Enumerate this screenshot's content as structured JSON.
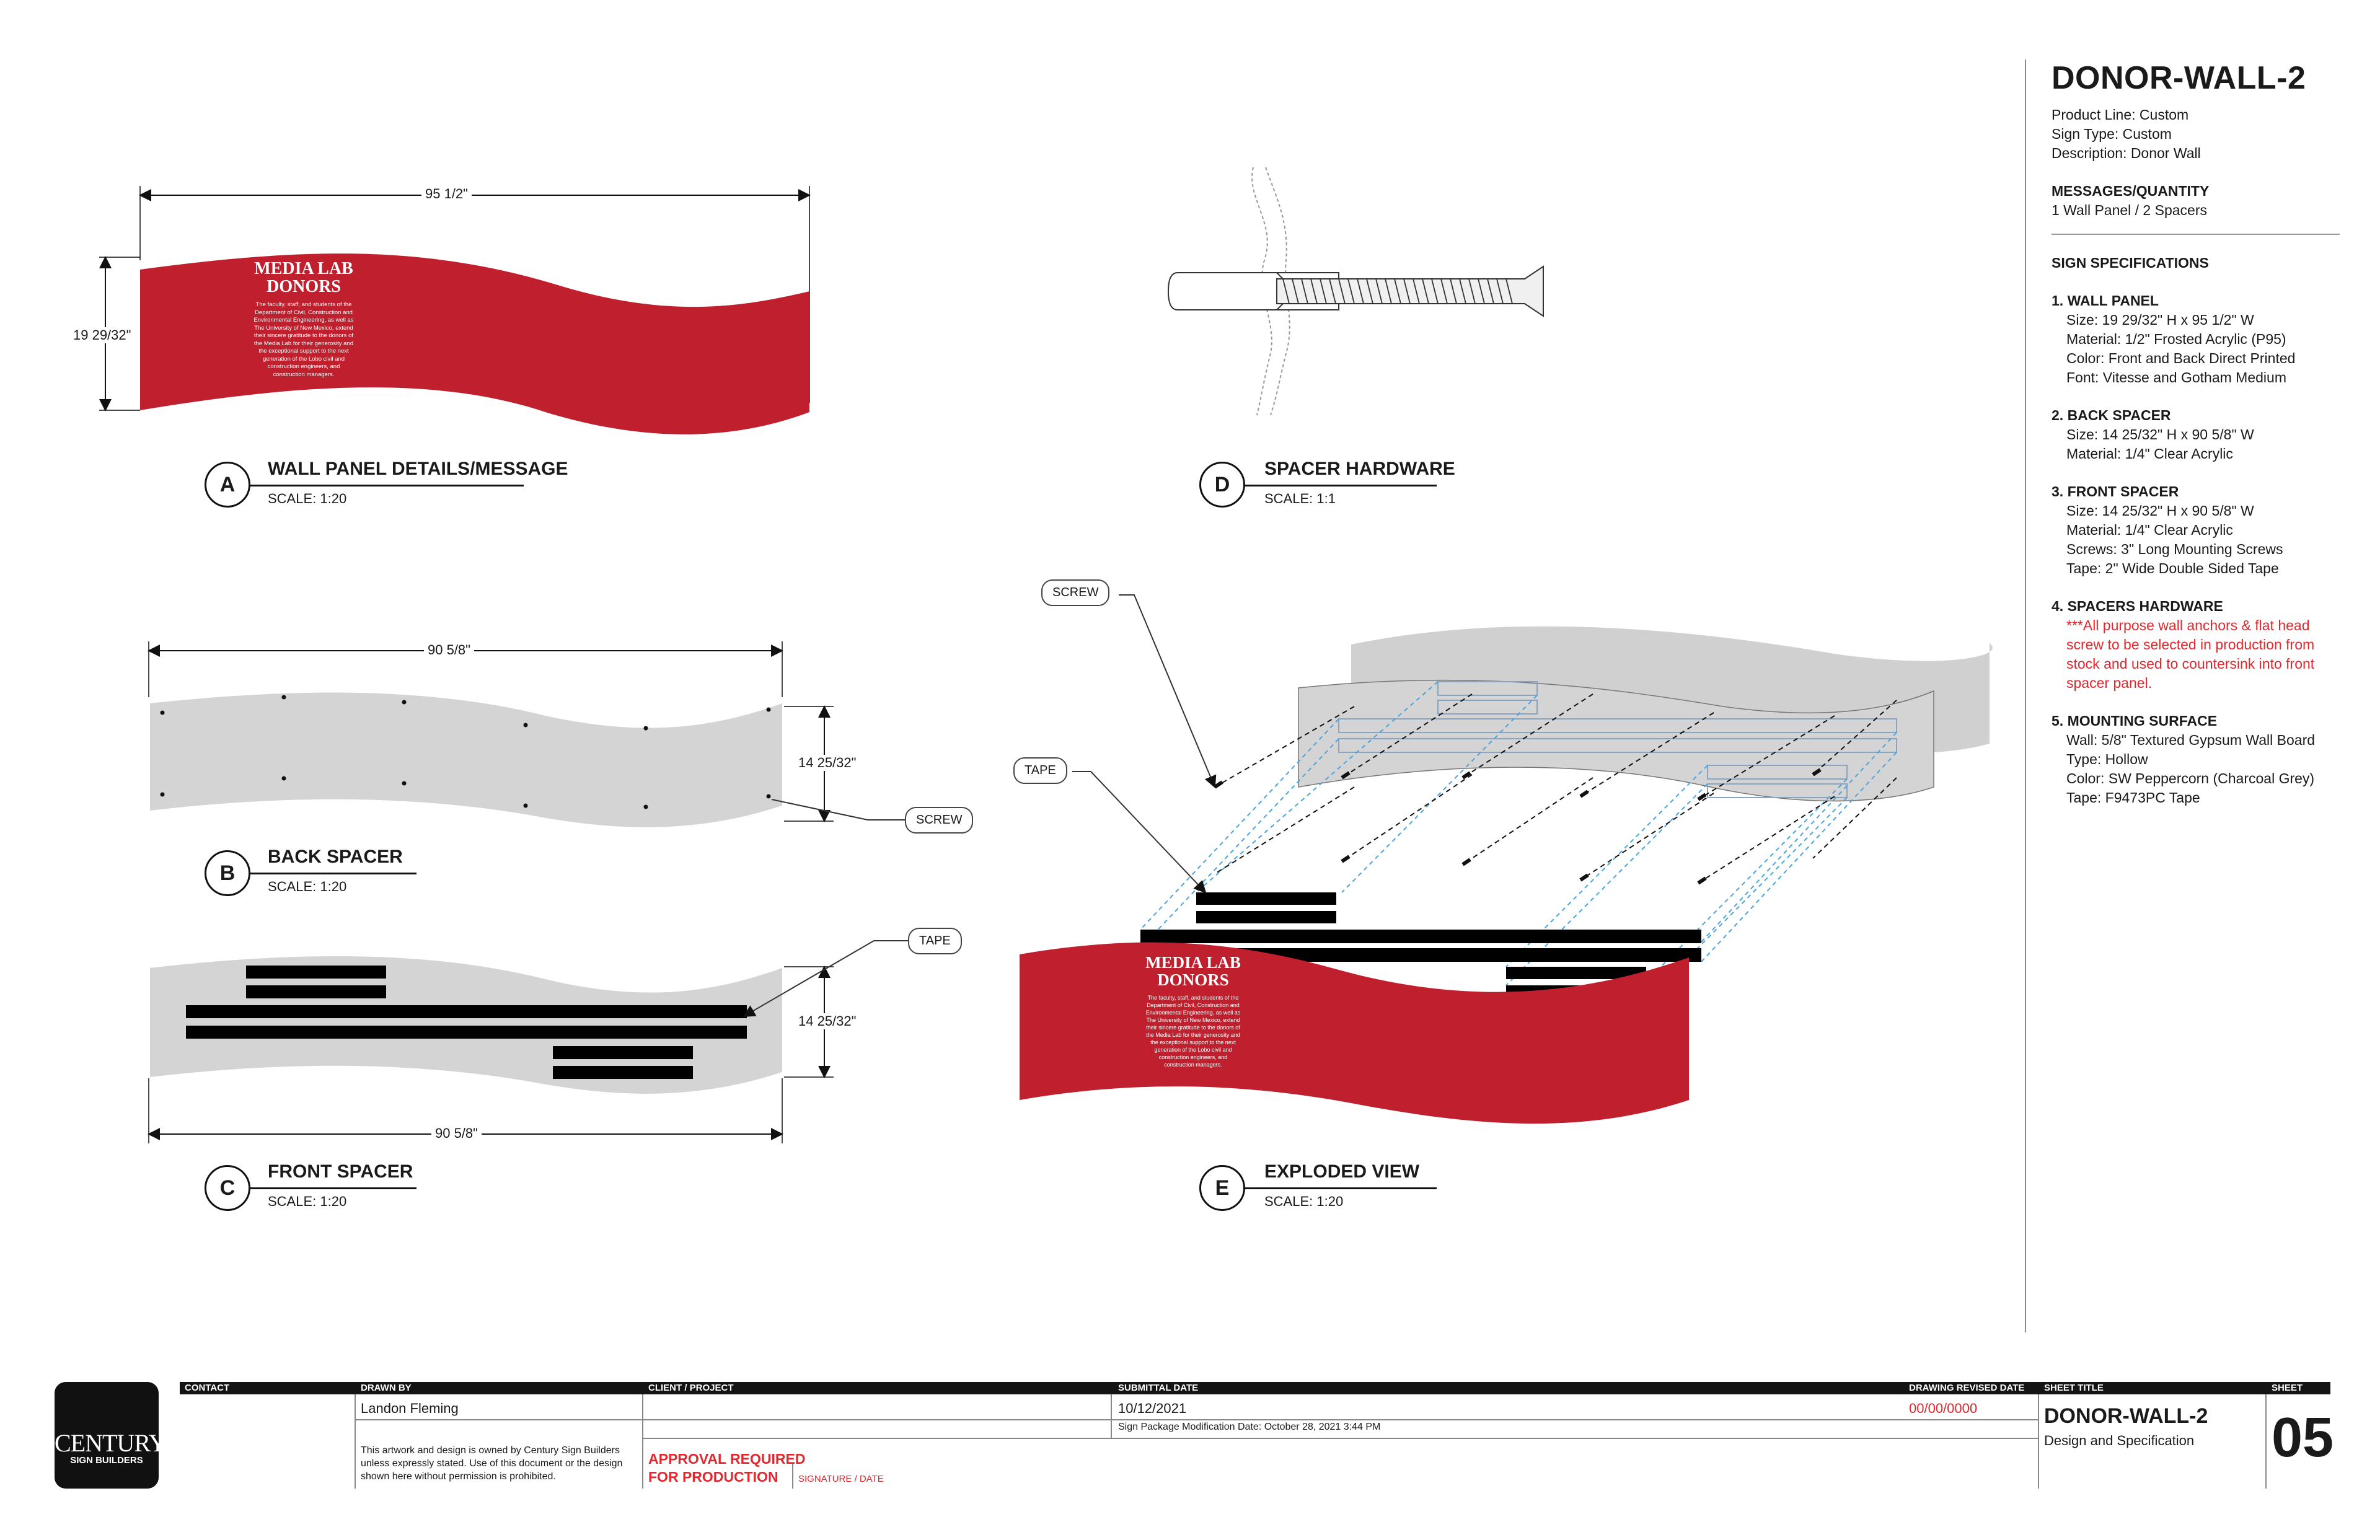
{
  "spec": {
    "title": "DONOR-WALL-2",
    "product_line": "Product Line: Custom",
    "sign_type": "Sign Type: Custom",
    "description": "Description: Donor Wall",
    "messages_heading": "MESSAGES/QUANTITY",
    "messages_value": "1 Wall Panel / 2 Spacers",
    "specs_heading": "SIGN SPECIFICATIONS",
    "sections": [
      {
        "heading": "1. WALL PANEL",
        "lines": [
          "Size: 19 29/32\" H x 95 1/2\" W",
          "Material: 1/2\" Frosted Acrylic (P95)",
          "Color: Front and Back Direct Printed",
          "Font: Vitesse and Gotham Medium"
        ]
      },
      {
        "heading": "2. BACK SPACER",
        "lines": [
          "Size: 14 25/32\" H x 90 5/8\" W",
          "Material: 1/4\" Clear Acrylic"
        ]
      },
      {
        "heading": "3. FRONT SPACER",
        "lines": [
          "Size: 14 25/32\" H x 90 5/8\" W",
          "Material: 1/4\" Clear Acrylic",
          "Screws: 3\" Long Mounting Screws",
          "Tape: 2\" Wide Double Sided Tape"
        ]
      },
      {
        "heading": "4. SPACERS HARDWARE",
        "lines": [
          "***All purpose wall anchors & flat head",
          "screw to be selected in production from",
          "stock and used to countersink into front",
          "spacer panel."
        ]
      },
      {
        "heading": "5. MOUNTING SURFACE",
        "lines": [
          "Wall: 5/8\" Textured Gypsum Wall Board",
          "Type: Hollow",
          "Color: SW Peppercorn (Charcoal Grey)",
          "Tape: F9473PC Tape"
        ]
      }
    ]
  },
  "views": {
    "a": {
      "letter": "A",
      "title": "WALL PANEL DETAILS/MESSAGE",
      "scale": "SCALE: 1:20",
      "dim_width": "95 1/2\"",
      "dim_height": "19 29/32\""
    },
    "b": {
      "letter": "B",
      "title": "BACK SPACER",
      "scale": "SCALE: 1:20",
      "dim_width": "90 5/8\"",
      "dim_height": "14 25/32\"",
      "callout": "SCREW"
    },
    "c": {
      "letter": "C",
      "title": "FRONT SPACER",
      "scale": "SCALE: 1:20",
      "dim_width": "90 5/8\"",
      "dim_height": "14 25/32\"",
      "callout": "TAPE"
    },
    "d": {
      "letter": "D",
      "title": "SPACER HARDWARE",
      "scale": "SCALE: 1:1"
    },
    "e": {
      "letter": "E",
      "title": "EXPLODED VIEW",
      "scale": "SCALE: 1:20",
      "callout_screw": "SCREW",
      "callout_tape": "TAPE"
    }
  },
  "panel_message": {
    "heading_line1": "MEDIA LAB",
    "heading_line2": "DONORS",
    "body": [
      "The faculty, staff, and students of the",
      "Department of Civil, Construction and",
      "Environmental Engineering, as well as",
      "The University of New Mexico, extend",
      "their sincere gratitude to the donors of",
      "the Media Lab for their generosity and",
      "the exceptional support to the next",
      "generation of the Lobo civil and",
      "construction engineers, and",
      "construction managers."
    ]
  },
  "title_block": {
    "contact_label": "CONTACT",
    "drawn_by_label": "DRAWN BY",
    "drawn_by": "Landon Fleming",
    "ownership_note": [
      "This artwork and design is owned by Century Sign Builders",
      "unless expressly stated. Use of this document or the design",
      "shown here without permission is prohibited."
    ],
    "client_label": "CLIENT / PROJECT",
    "approval_line1": "APPROVAL REQUIRED",
    "approval_line2": "FOR PRODUCTION",
    "signature_label": "SIGNATURE / DATE",
    "submittal_label": "SUBMITTAL DATE",
    "submittal_date": "10/12/2021",
    "modification_note": "Sign Package Modification Date: October 28, 2021 3:44 PM",
    "revised_label": "DRAWING REVISED DATE",
    "revised_date": "00/00/0000",
    "sheet_title_label": "SHEET TITLE",
    "sheet_title": "DONOR-WALL-2",
    "sheet_subtitle": "Design and Specification",
    "sheet_label": "SHEET",
    "sheet_number": "05",
    "logo_line1": "CENTURY",
    "logo_line2": "SIGN BUILDERS"
  },
  "colors": {
    "panel_red": "#c0202e",
    "spacer_grey": "#d4d4d4",
    "wall_grey": "#d0d0d0",
    "accent_red": "#e0282e",
    "guide_blue": "#4aa3df"
  }
}
